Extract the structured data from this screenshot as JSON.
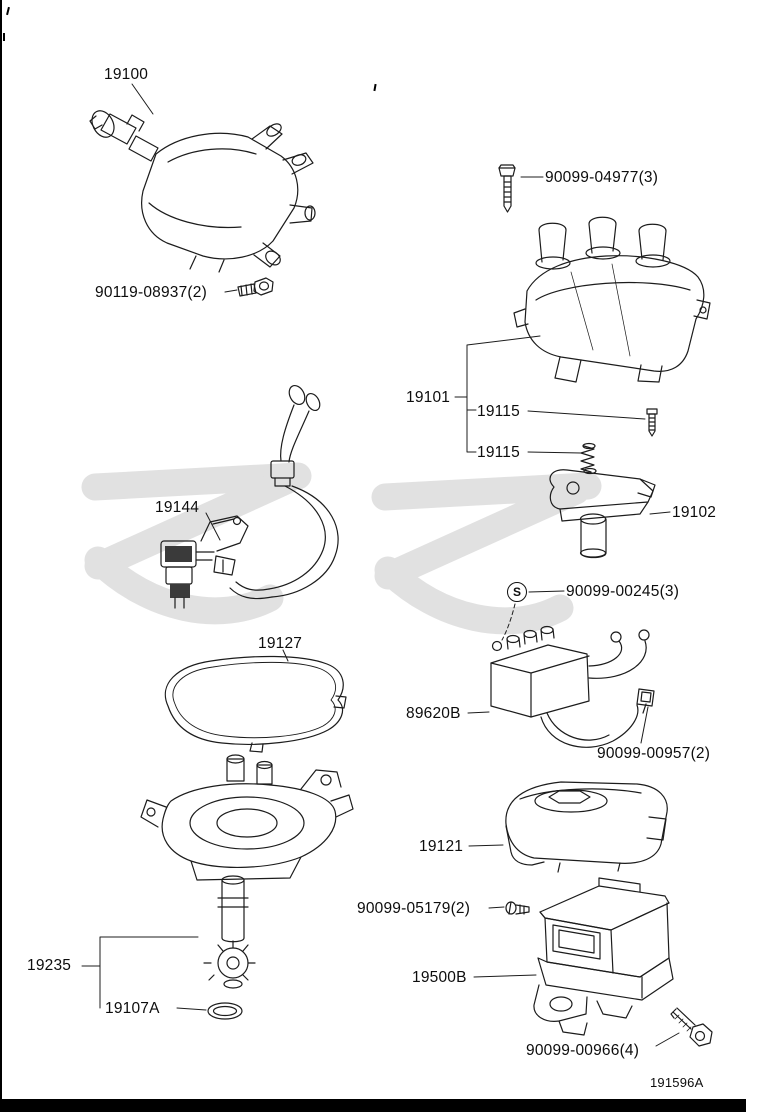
{
  "diagram": {
    "footer_id": "191596A",
    "s_marker": "S"
  },
  "labels": {
    "distributor_assy": "19100",
    "bolt_distributor": "90119-08937(2)",
    "cap_screw": "90099-04977(3)",
    "cap": "19101",
    "terminal_a": "19115",
    "terminal_b": "19115",
    "rotor": "19102",
    "signal_generator": "19144",
    "igniter_screw": "90099-00245(3)",
    "packing": "19127",
    "igniter": "89620B",
    "cord_clamp": "90099-00957(2)",
    "dust_cover": "19121",
    "cover_screw": "90099-05179(2)",
    "shaft": "19235",
    "o_ring": "19107A",
    "coil_case": "19500B",
    "case_bolt": "90099-00966(4)"
  }
}
